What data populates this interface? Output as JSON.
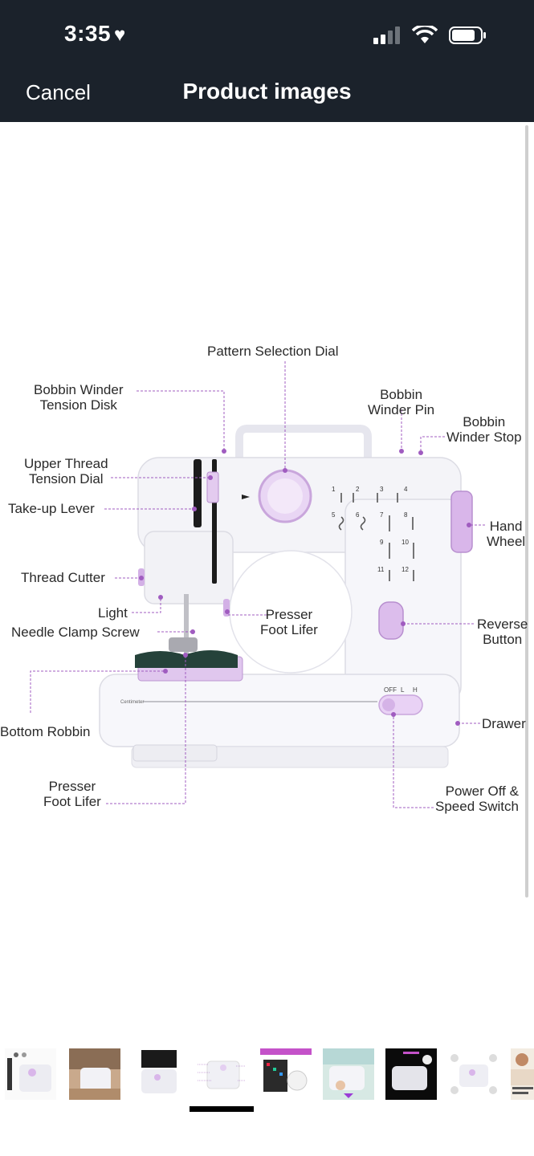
{
  "status_bar": {
    "time": "3:35"
  },
  "nav": {
    "cancel_label": "Cancel",
    "title": "Product images"
  },
  "image_callouts": {
    "pattern_selection_dial": "Pattern Selection Dial",
    "bobbin_winder_tension_disk_1": "Bobbin Winder",
    "bobbin_winder_tension_disk_2": "Tension Disk",
    "bobbin_winder_pin_1": "Bobbin",
    "bobbin_winder_pin_2": "Winder Pin",
    "bobbin_winder_stop_1": "Bobbin",
    "bobbin_winder_stop_2": "Winder Stop",
    "upper_thread_tension_dial_1": "Upper Thread",
    "upper_thread_tension_dial_2": "Tension Dial",
    "take_up_lever": "Take-up Lever",
    "hand_wheel_1": "Hand",
    "hand_wheel_2": "Wheel",
    "thread_cutter": "Thread Cutter",
    "light": "Light",
    "presser_foot_lifer_upper_1": "Presser",
    "presser_foot_lifer_upper_2": "Foot Lifer",
    "needle_clamp_screw": "Needle Clamp Screw",
    "reverse_button_1": "Reverse",
    "reverse_button_2": "Button",
    "bottom_robbin": "Bottom Robbin",
    "drawer": "Drawer",
    "presser_foot_lifer_lower_1": "Presser",
    "presser_foot_lifer_lower_2": "Foot Lifer",
    "power_switch_1": "Power Off &",
    "power_switch_2": "Speed Switch",
    "switch_labels": {
      "off": "OFF",
      "l": "L",
      "h": "H"
    },
    "ruler_label": "Centimeter",
    "stitch_numbers": [
      "1",
      "2",
      "3",
      "4",
      "5",
      "6",
      "7",
      "8",
      "9",
      "10",
      "11",
      "12"
    ]
  },
  "colors": {
    "header_bg": "#1b222b",
    "accent_lilac": "#c9a6dc",
    "leader_line": "#a05cc0"
  },
  "thumbnails": [
    {
      "name": "thumb-accessories"
    },
    {
      "name": "thumb-lifestyle-room"
    },
    {
      "name": "thumb-machine-black-box"
    },
    {
      "name": "thumb-diagram-selected"
    },
    {
      "name": "thumb-stitch-chart"
    },
    {
      "name": "thumb-lifestyle-hands"
    },
    {
      "name": "thumb-dark-promo"
    },
    {
      "name": "thumb-features"
    },
    {
      "name": "thumb-book"
    }
  ],
  "selected_thumbnail_index": 3
}
